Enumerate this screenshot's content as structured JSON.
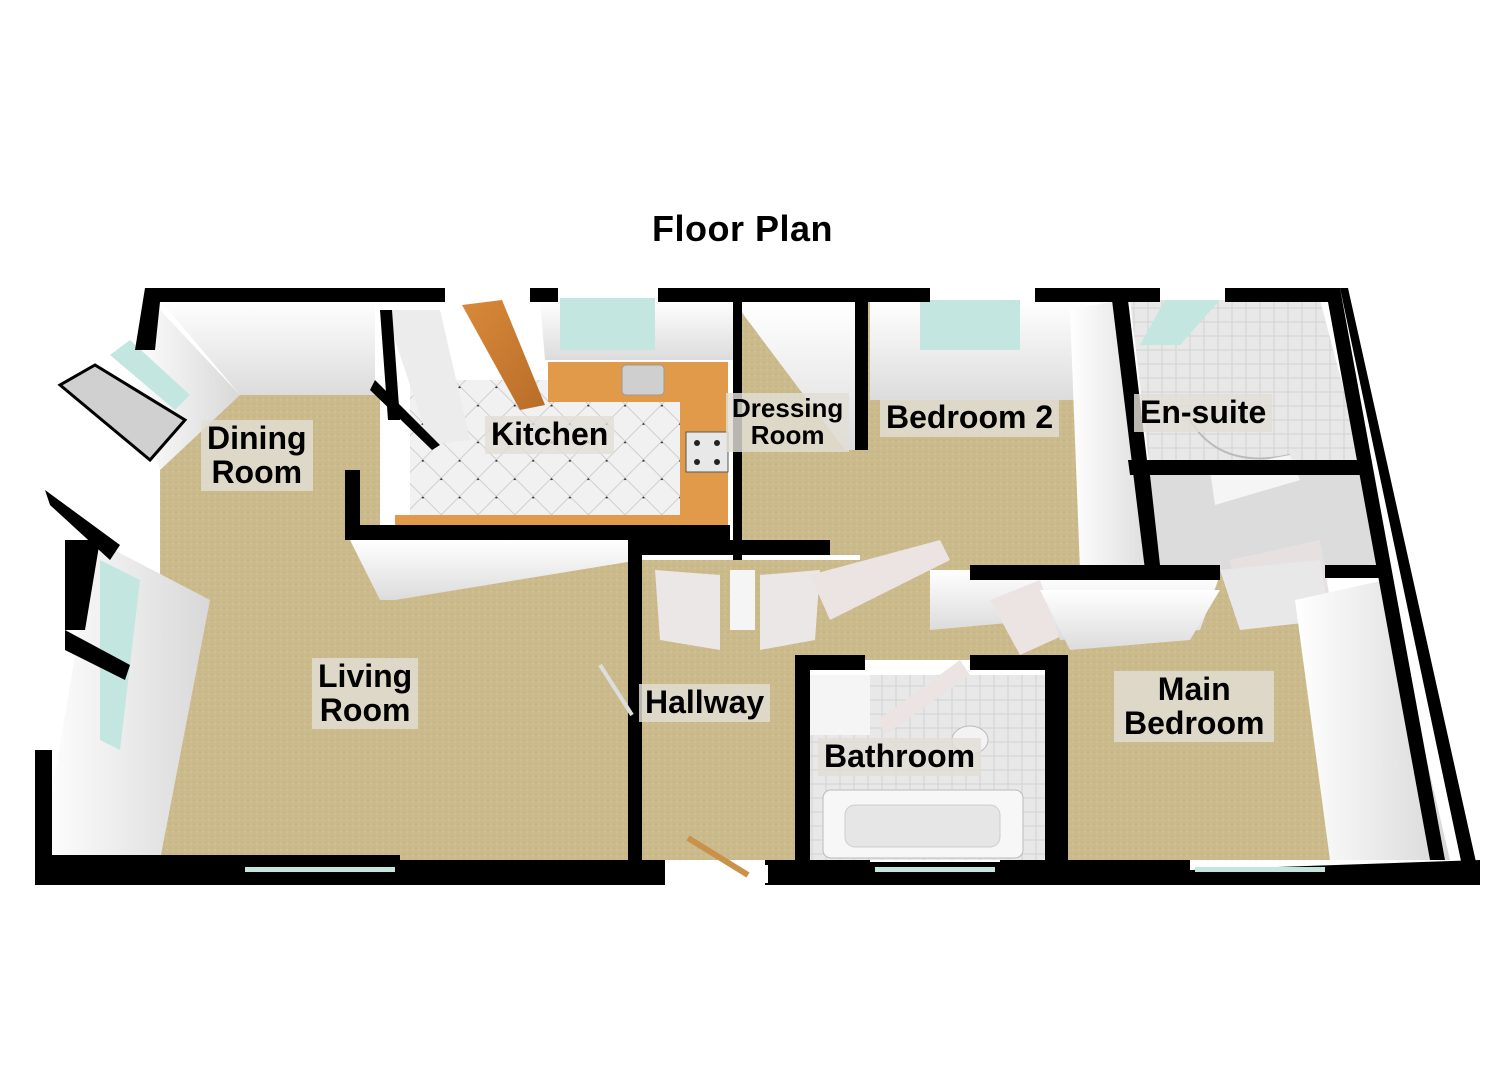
{
  "title": "Floor Plan",
  "rooms": {
    "dining_room": {
      "line1": "Dining",
      "line2": "Room"
    },
    "kitchen": {
      "label": "Kitchen"
    },
    "dressing_room": {
      "line1": "Dressing",
      "line2": "Room"
    },
    "bedroom_2": {
      "label": "Bedroom 2"
    },
    "en_suite": {
      "label": "En-suite"
    },
    "living_room": {
      "line1": "Living",
      "line2": "Room"
    },
    "hallway": {
      "label": "Hallway"
    },
    "bathroom": {
      "label": "Bathroom"
    },
    "main_bedroom": {
      "line1": "Main",
      "line2": "Bedroom"
    }
  },
  "colors": {
    "wall": "#000000",
    "carpet": "#c9b98a",
    "wall_face": "#f2f2f2",
    "kitchen_counter": "#e09a4a",
    "kitchen_floor": "#eeeeee",
    "tile": "#e4e4e4",
    "window_glass": "#bfe3de",
    "label_bg": "#e1ded4"
  }
}
